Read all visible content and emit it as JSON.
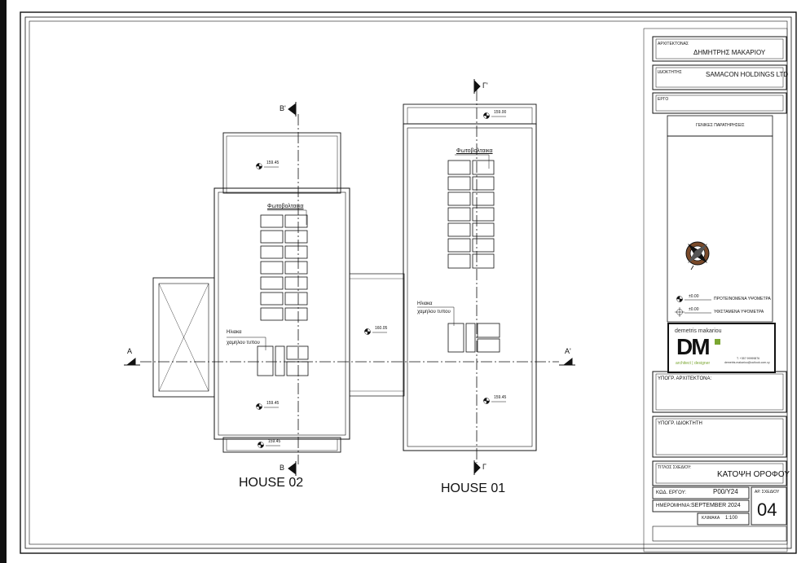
{
  "houses": {
    "house02": {
      "label": "HOUSE 02",
      "pv_label": "Φωτοβολταικα",
      "heater_label_line1": "Ηλιακα",
      "heater_label_line2": "χαμηλου τυπου",
      "level_top": "159.45",
      "level_bottom": "159.45",
      "level_porch": "159.45"
    },
    "house01": {
      "label": "HOUSE 01",
      "pv_label": "Φωτοβολταικα",
      "heater_label_line1": "Ηλιακα",
      "heater_label_line2": "χαμηλου τυπου",
      "level_top": "159.00",
      "level_bottom": "159.45"
    },
    "level_center": "160.05"
  },
  "section_marks": {
    "a_left": "A",
    "a_right": "A'",
    "b_top": "B'",
    "b_bottom": "B",
    "g_top": "Γ'",
    "g_bottom": "Γ"
  },
  "title_block": {
    "architect_label": "ΑΡΧΙΤΕΚΤΟΝΑΣ",
    "architect_name": "ΔΗΜΗΤΡΗΣ ΜΑΚΑΡΙΟΥ",
    "owner_label": "ΙΔΙΟΚΤΗΤΗΣ",
    "owner_name": "SAMACON HOLDINGS LTD",
    "project_label": "ΕΡΓΟ",
    "notes_title": "ΓΕΝΙΚΕΣ ΠΑΡΑΤΗΡΗΣΕΙΣ",
    "legend_value1": "±0.00",
    "legend_proposed": "ΠΡΟΤΕΙΝΟΜΕΝΑ ΥΨΟΜΕΤΡΑ",
    "legend_value2": "±0.00",
    "legend_existing": "ΥΦΙΣΤΑΜΕΝΑ ΥΨΟΜΕΤΡΑ",
    "logo_name": "demetris makariou",
    "logo_mark": "DM",
    "logo_sub": "architect | designer",
    "logo_phone": "T. +357 99999876",
    "logo_email": "demetris.makariou@outlook.com.cy",
    "architect_sign_label": "ΥΠΟΓΡ. ΑΡΧΙΤΕΚΤΟΝΑ:",
    "owner_sign_label": "ΥΠΟΓΡ. ΙΔΙΟΚΤΗΤΗ",
    "drawing_title_label": "ΤΙΤΛΟΣ ΣΧΕΔΙΟΥ:",
    "drawing_title": "ΚΑΤΟΨΗ ΟΡΟΦΟΥ",
    "project_code_label": "ΚΩΔ. ΕΡΓΟΥ:",
    "project_code": "P00/Y24",
    "sheet_no_label": "ΑΡ. ΣΧΕΔΙΟΥ",
    "sheet_no": "04",
    "date_label": "ΗΜΕΡΟΜΗΝΙΑ:",
    "date": "SEPTEMBER 2024",
    "scale_label": "ΚΛΙΜΑΚΑ",
    "scale": "1:100"
  }
}
